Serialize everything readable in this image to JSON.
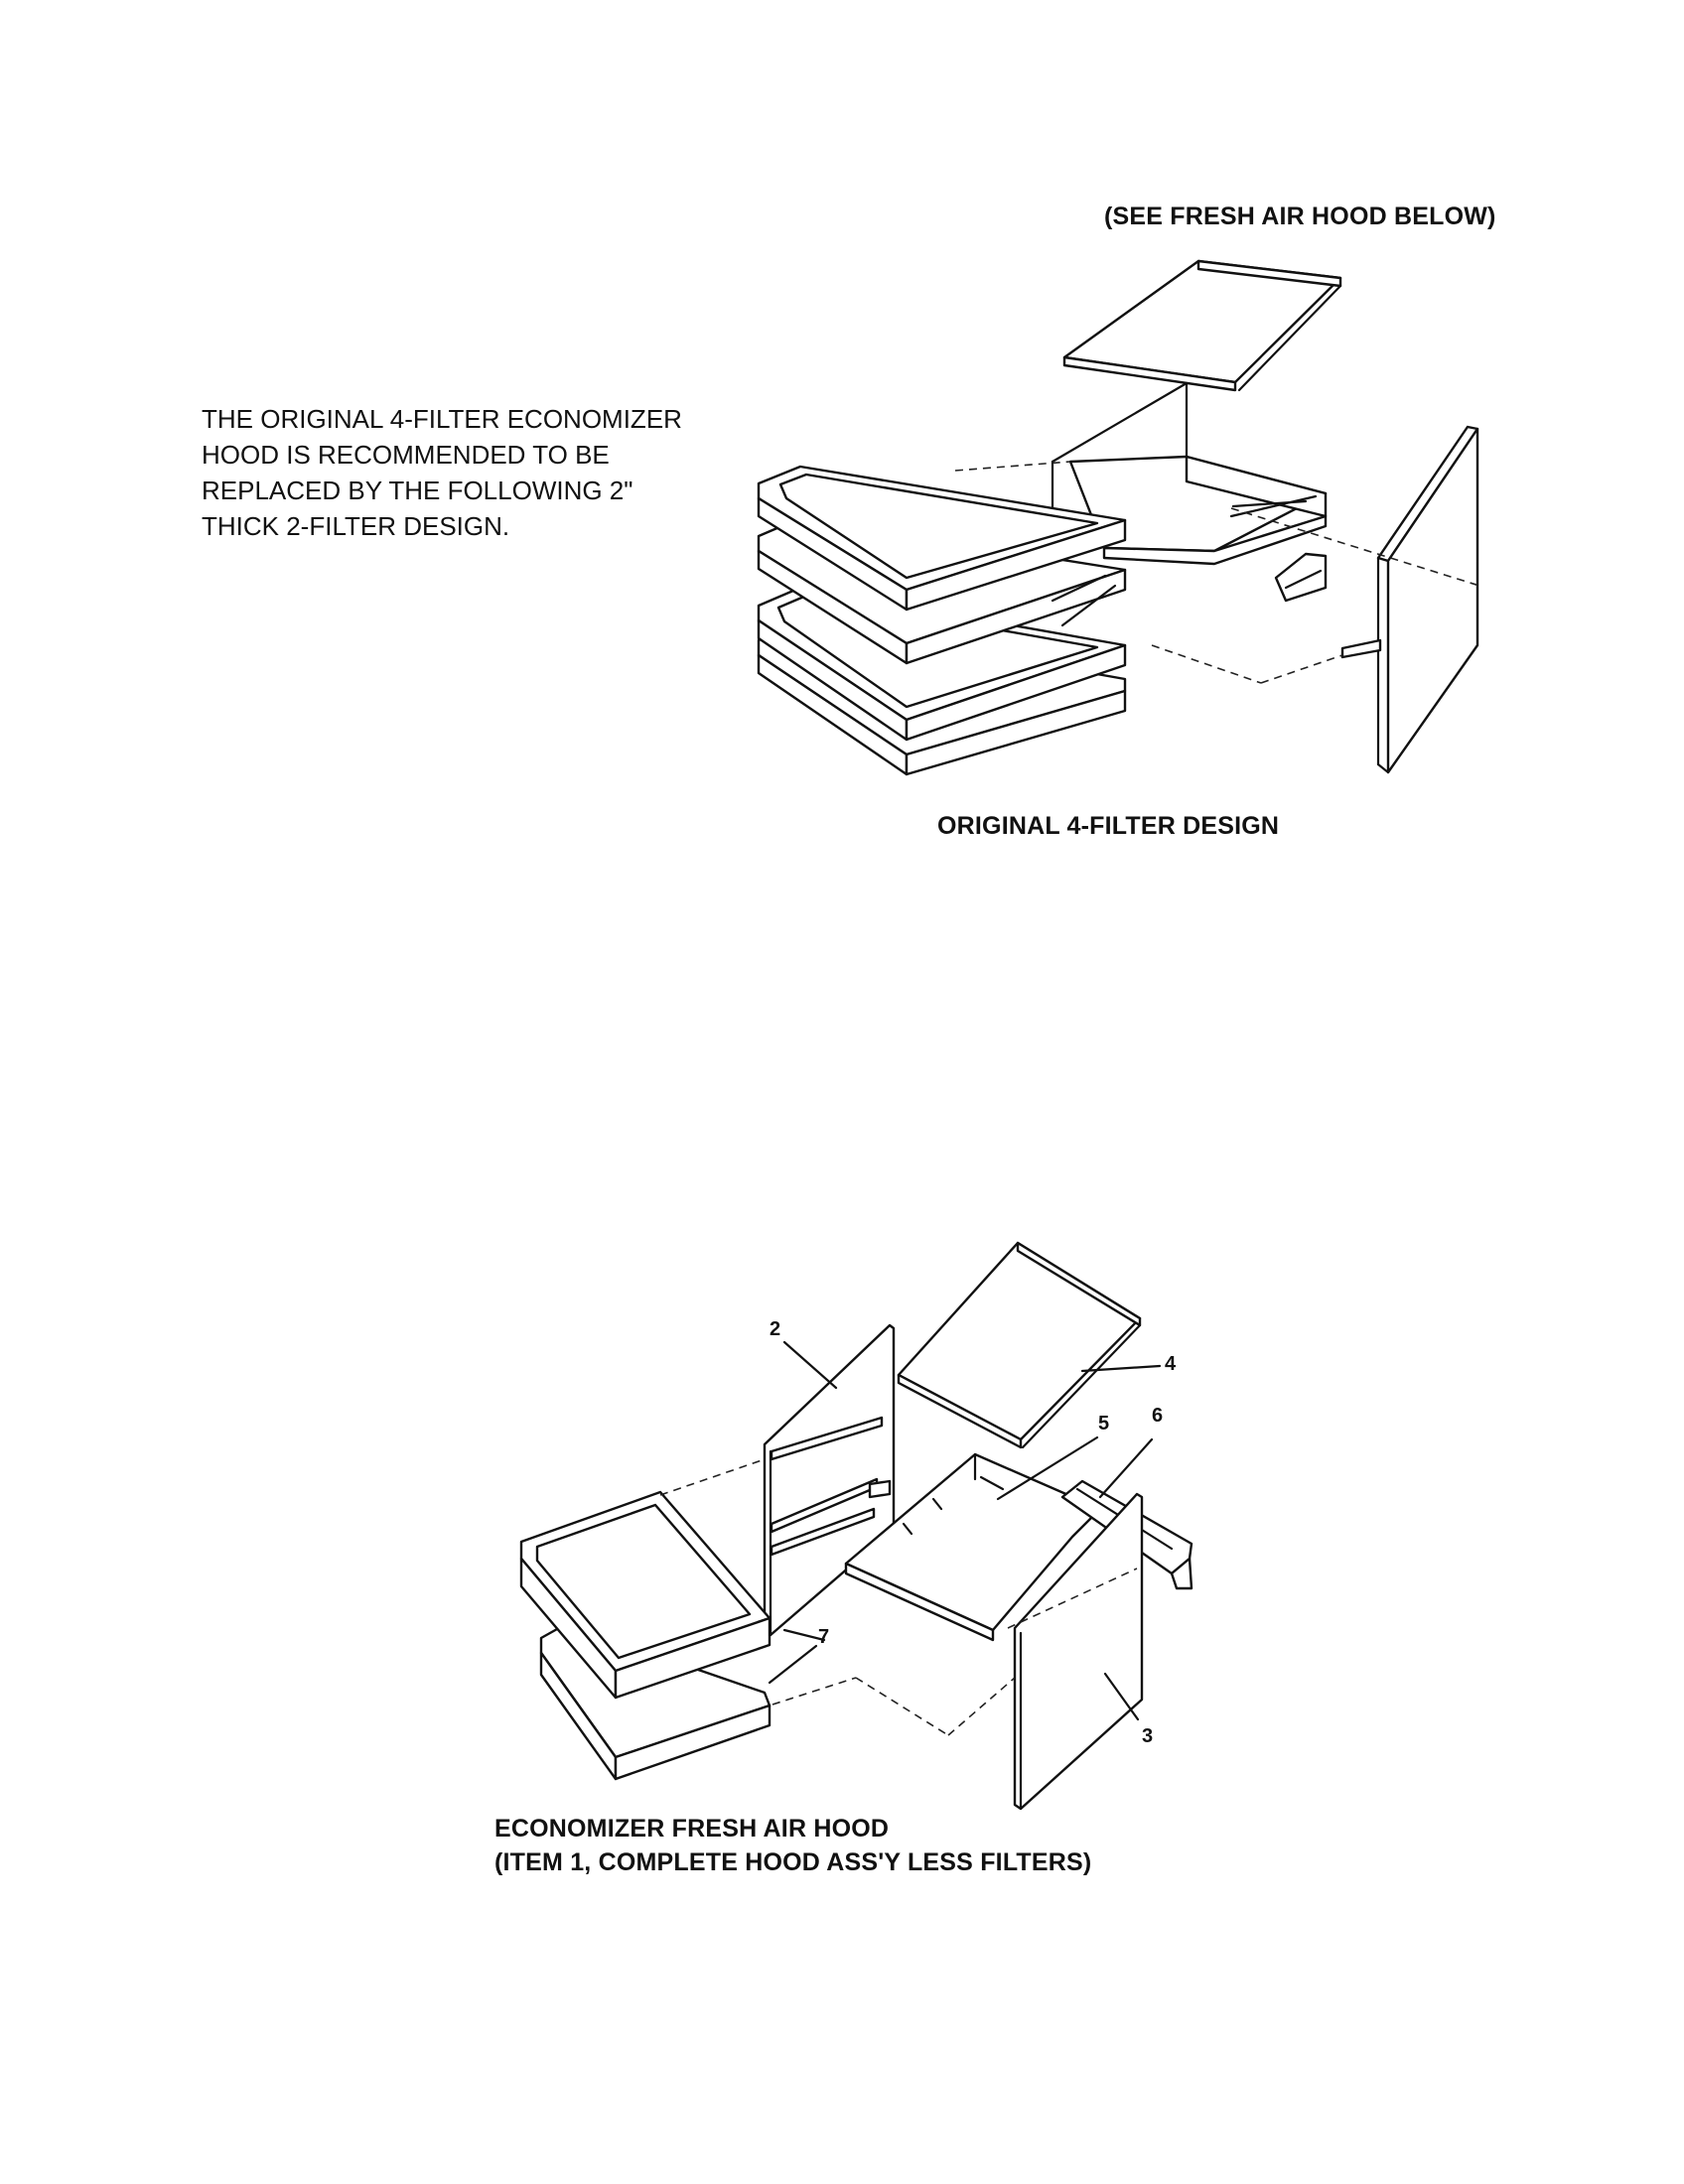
{
  "top_reference": "(SEE FRESH AIR HOOD BELOW)",
  "note_lines": [
    "THE ORIGINAL 4-FILTER ECONOMIZER",
    "HOOD IS RECOMMENDED TO BE",
    "REPLACED BY THE FOLLOWING 2\"",
    "THICK 2-FILTER DESIGN."
  ],
  "top_caption": "ORIGINAL 4-FILTER DESIGN",
  "bottom_caption_lines": [
    "ECONOMIZER FRESH AIR HOOD",
    "(ITEM 1, COMPLETE HOOD ASS'Y LESS FILTERS)"
  ],
  "callouts": [
    "2",
    "3",
    "4",
    "5",
    "6",
    "7"
  ]
}
